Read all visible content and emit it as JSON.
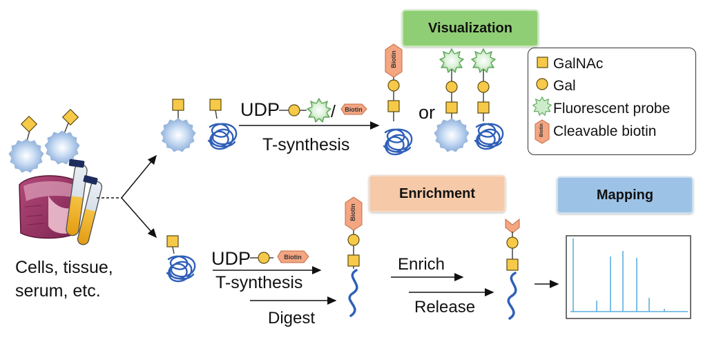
{
  "source_label_line1": "Cells, tissue,",
  "source_label_line2": "serum, etc.",
  "top_pathway": {
    "reagent_prefix": "UDP",
    "reagent_slash": "/",
    "biotin_tag": "Biotin",
    "step_label": "T-synthesis",
    "or_label": "or",
    "stage_title": "Visualization"
  },
  "bottom_pathway": {
    "reagent_prefix": "UDP",
    "biotin_tag": "Biotin",
    "step_label": "T-synthesis",
    "digest_label": "Digest",
    "enrich_label": "Enrich",
    "release_label": "Release",
    "enrichment_title": "Enrichment",
    "mapping_title": "Mapping"
  },
  "legend": {
    "items": [
      {
        "symbol": "galnac-square",
        "label": "GalNAc"
      },
      {
        "symbol": "gal-circle",
        "label": "Gal"
      },
      {
        "symbol": "fluorescent-probe-star",
        "label": "Fluorescent probe"
      },
      {
        "symbol": "cleavable-biotin-hexagon",
        "label": "Cleavable biotin"
      }
    ]
  },
  "colors": {
    "galnac": "#f7c948",
    "gal": "#f7c948",
    "probe": "#9bd49b",
    "biotin": "#f4a582",
    "protein": "#2f5fb8",
    "cell": "#aec8e8",
    "spectrum": "#5aaee0",
    "visualization_box": "#8fce74",
    "enrichment_box": "#f6c9a8",
    "mapping_box": "#9cc3e6"
  }
}
